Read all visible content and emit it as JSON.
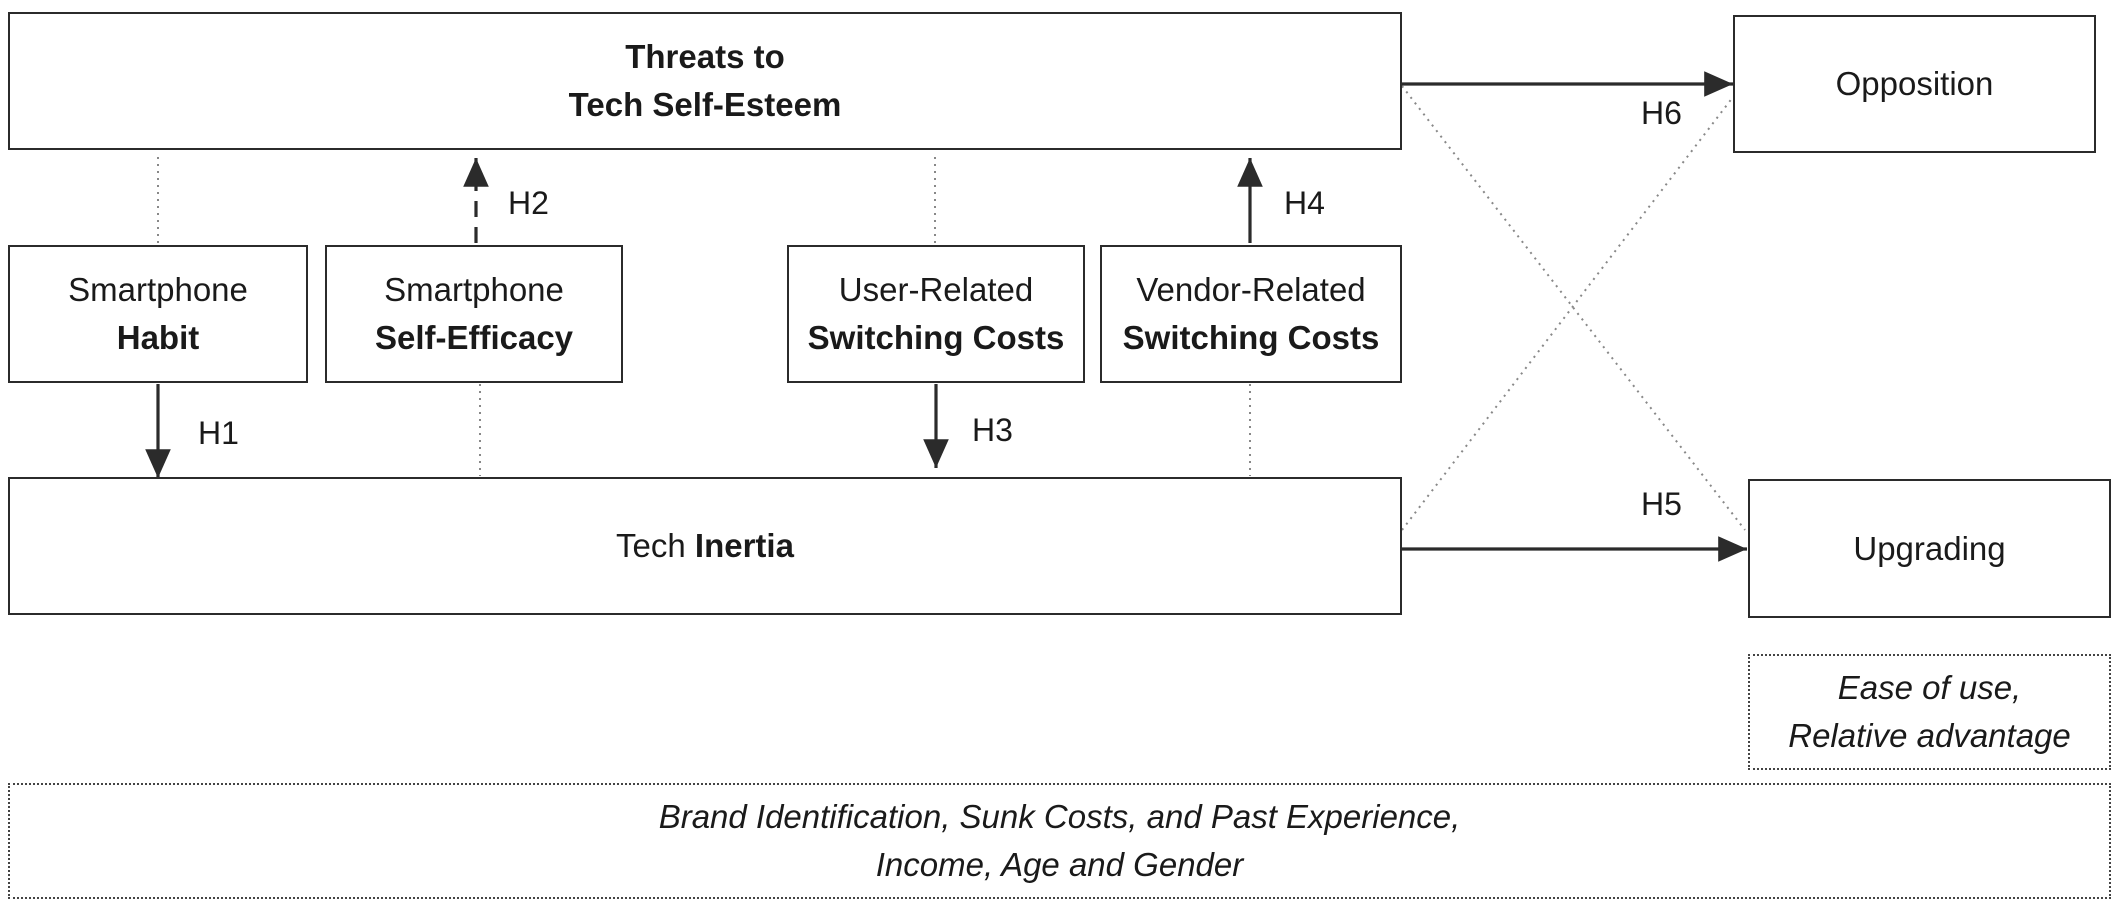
{
  "nodes": {
    "threats": {
      "line1": "Threats to",
      "line2": "Tech Self-Esteem"
    },
    "opposition": {
      "label": "Opposition"
    },
    "habit": {
      "line1": "Smartphone",
      "line2": "Habit"
    },
    "self_efficacy": {
      "line1": "Smartphone",
      "line2": "Self-Efficacy"
    },
    "user_costs": {
      "line1": "User-Related",
      "line2": "Switching Costs"
    },
    "vendor_costs": {
      "line1": "Vendor-Related",
      "line2": "Switching Costs"
    },
    "inertia": {
      "prefix": "Tech ",
      "bold": "Inertia"
    },
    "upgrading": {
      "label": "Upgrading"
    },
    "upgrading_controls": {
      "line1": "Ease of use,",
      "line2": "Relative advantage"
    },
    "controls": {
      "line1": "Brand Identification, Sunk Costs, and Past Experience,",
      "line2": "Income, Age and Gender"
    }
  },
  "hypotheses": {
    "h1": "H1",
    "h2": "H2",
    "h3": "H3",
    "h4": "H4",
    "h5": "H5",
    "h6": "H6"
  },
  "colors": {
    "line": "#2b2b2b",
    "dotted": "#888888"
  }
}
